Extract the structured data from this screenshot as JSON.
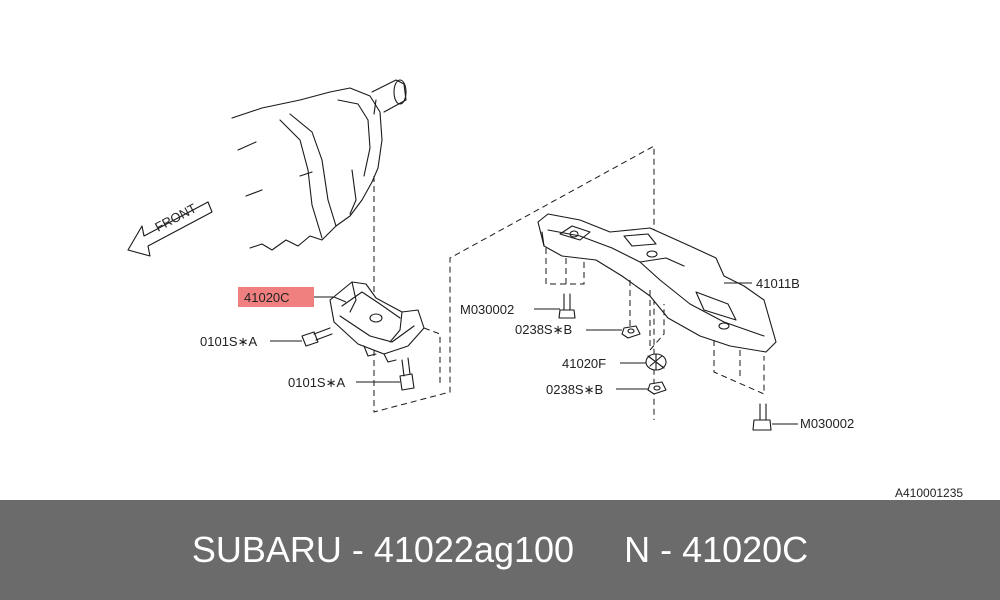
{
  "diagram": {
    "direction_label": "FRONT",
    "labels": {
      "part_41020c": "41020C",
      "part_0101s_a_upper": "0101S∗A",
      "part_0101s_a_lower": "0101S∗A",
      "part_m030002_upper": "M030002",
      "part_0238s_b_upper": "0238S∗B",
      "part_41020f": "41020F",
      "part_0238s_b_lower": "0238S∗B",
      "part_41011b": "41011B",
      "part_m030002_lower": "M030002"
    },
    "figure_code": "A410001235",
    "highlight_color": "#f08080"
  },
  "footer": {
    "text": "SUBARU - 41022ag100     N - 41020C",
    "background": "#6b6b6b"
  }
}
